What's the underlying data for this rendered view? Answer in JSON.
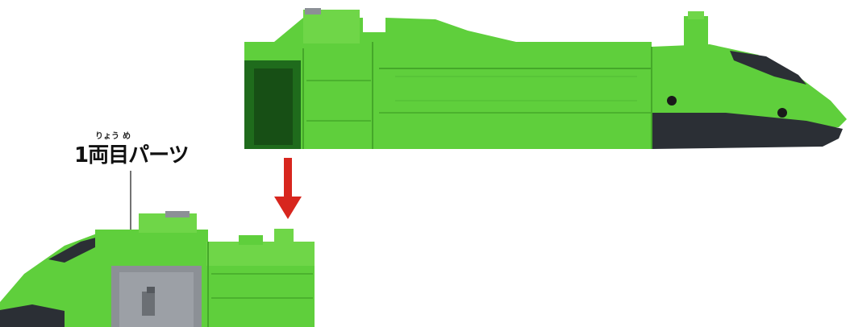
{
  "labels": {
    "part_label": "1両目パーツ",
    "ruby_ryou": "りょう",
    "ruby_me": "め"
  },
  "colors": {
    "train_green": "#5fcf3c",
    "train_green_light": "#7adf52",
    "train_green_dark": "#45a82a",
    "interior_dark_green": "#1f6b1c",
    "undercarriage_dark": "#2b2f35",
    "joint_grey": "#8c9096",
    "arrow_red": "#d7261e",
    "leader_line": "#444444"
  },
  "icons": {
    "arrow": "arrow-down-icon"
  }
}
